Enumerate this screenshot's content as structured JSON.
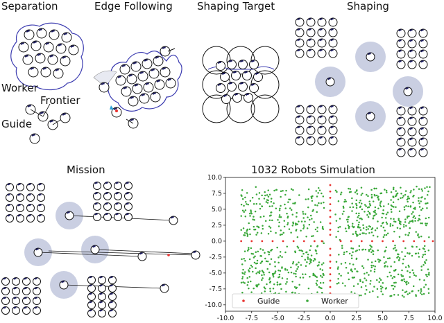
{
  "panels": {
    "separation": {
      "title": "Separation",
      "labels": {
        "worker": "Worker",
        "frontier": "Frontier",
        "guide": "Guide"
      }
    },
    "edge_following": {
      "title": "Edge Following"
    },
    "shaping_target": {
      "title": "Shaping Target"
    },
    "shaping": {
      "title": "Shaping"
    },
    "mission": {
      "title": "Mission"
    }
  },
  "colors": {
    "robot_outline": "#111111",
    "robot_mark": "#1a1a5e",
    "boundary": "#3b3bb0",
    "halo": "#b8bfd8",
    "guide": "#e8322f",
    "worker": "#3aa83a"
  },
  "chart_data": {
    "type": "scatter",
    "title": "1032 Robots Simulation",
    "xlim": [
      -10.0,
      10.0
    ],
    "ylim": [
      -11.0,
      10.0
    ],
    "x_ticks": [
      -10.0,
      -7.5,
      -5.0,
      -2.5,
      0.0,
      2.5,
      5.0,
      7.5,
      10.0
    ],
    "y_ticks": [
      10.0,
      7.5,
      5.0,
      2.5,
      0.0,
      -2.5,
      -5.0,
      -7.5,
      -10.0
    ],
    "legend": {
      "position": "bottom",
      "entries": [
        "Guide",
        "Worker"
      ]
    },
    "guide_points": [
      [
        -8.5,
        0
      ],
      [
        -7.5,
        0
      ],
      [
        -6.5,
        0
      ],
      [
        -5.5,
        0
      ],
      [
        -4.5,
        0
      ],
      [
        -3.5,
        0
      ],
      [
        -2.5,
        0
      ],
      [
        -1.5,
        0
      ],
      [
        -0.8,
        0
      ],
      [
        1.0,
        0
      ],
      [
        2.0,
        0
      ],
      [
        3.0,
        0
      ],
      [
        4.0,
        0
      ],
      [
        5.0,
        0
      ],
      [
        6.0,
        0
      ],
      [
        7.0,
        0
      ],
      [
        8.0,
        0
      ],
      [
        9.0,
        0
      ],
      [
        9.8,
        0
      ],
      [
        0,
        8.8
      ],
      [
        0,
        7.8
      ],
      [
        0,
        6.8
      ],
      [
        0,
        5.8
      ],
      [
        0,
        4.8
      ],
      [
        0,
        3.8
      ],
      [
        0,
        2.8
      ],
      [
        0,
        1.8
      ],
      [
        0,
        1.0
      ],
      [
        0,
        -1.2
      ],
      [
        0,
        -2.2
      ],
      [
        0,
        -3.2
      ],
      [
        0,
        -4.2
      ],
      [
        0,
        -5.2
      ],
      [
        0,
        -6.2
      ],
      [
        0,
        -7.2
      ],
      [
        0,
        -8.2
      ],
      [
        0,
        -9.2
      ],
      [
        0,
        -10.2
      ]
    ],
    "worker_region": {
      "x_range": [
        -8.5,
        9.5
      ],
      "y_range": [
        -8.8,
        8.6
      ],
      "approx_count": 994
    }
  }
}
